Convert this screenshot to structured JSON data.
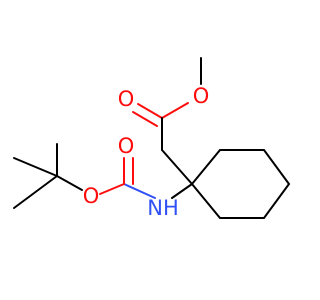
{
  "molecule": {
    "atoms": {
      "ester_carbonyl_o": "O",
      "ester_ether_o": "O",
      "carbamate_carbonyl_o": "O",
      "carbamate_ether_o": "O",
      "amine_n": "NH"
    }
  },
  "colors": {
    "bond": "#000000",
    "oxygen": "#ff0d0d",
    "nitrogen": "#3050f8",
    "background": "#ffffff"
  }
}
